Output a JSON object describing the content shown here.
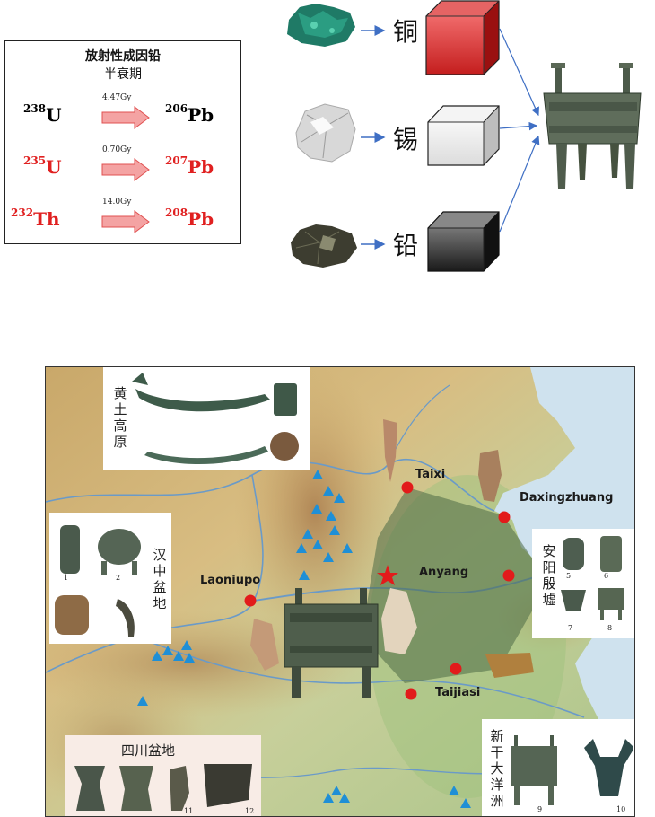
{
  "decay_box": {
    "title": "放射性成因铅",
    "subtitle": "半衰期",
    "rows": [
      {
        "parent_mass": "238",
        "parent": "U",
        "halflife": "4.47Gy",
        "daughter_mass": "206",
        "daughter": "Pb",
        "color": "#000000"
      },
      {
        "parent_mass": "235",
        "parent": "U",
        "halflife": "0.70Gy",
        "daughter_mass": "207",
        "daughter": "Pb",
        "color": "#e02020"
      },
      {
        "parent_mass": "232",
        "parent": "Th",
        "halflife": "14.0Gy",
        "daughter_mass": "208",
        "daughter": "Pb",
        "color": "#e02020"
      }
    ]
  },
  "metals": [
    {
      "label": "铜",
      "cube_color": "#c93030",
      "mineral": "malachite-green"
    },
    {
      "label": "锡",
      "cube_color": "#e6e6e6",
      "mineral": "silver-crystal"
    },
    {
      "label": "铅",
      "cube_color": "#333333",
      "mineral": "galena-dark"
    }
  ],
  "map": {
    "sites": {
      "taixi": "Taixi",
      "daxingzhuang": "Daxingzhuang",
      "anyang": "Anyang",
      "laoniupo": "Laoniupo",
      "taijiasi": "Taijiasi"
    },
    "insets": {
      "loess": "黄土高原",
      "hanzhong": "汉中盆地",
      "anyang_yinxu": "安阳殷墟",
      "sichuan": "四川盆地",
      "xingan": "新干大洋洲"
    },
    "inset_numbers": {
      "hanzhong": [
        "1",
        "2"
      ],
      "anyang": [
        "5",
        "6",
        "7",
        "8"
      ],
      "sichuan": [
        "11",
        "12"
      ],
      "xingan": [
        "9",
        "10"
      ]
    }
  }
}
